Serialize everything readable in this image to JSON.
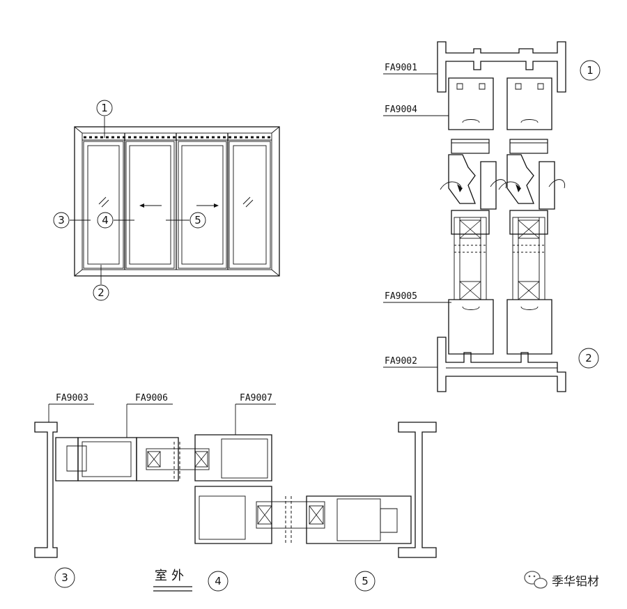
{
  "elevation": {
    "markers": [
      "1",
      "2",
      "3",
      "4",
      "5"
    ]
  },
  "section_vertical": {
    "labels": [
      "FA9001",
      "FA9004",
      "FA9005",
      "FA9002"
    ],
    "markers": [
      "1",
      "2"
    ]
  },
  "section_horizontal": {
    "labels": [
      "FA9003",
      "FA9006",
      "FA9007"
    ],
    "markers": [
      "3",
      "4",
      "5"
    ],
    "exterior_label": "室外"
  },
  "watermark": {
    "text": "季华铝材",
    "icon": "wechat-icon"
  },
  "colors": {
    "line": "#111111",
    "background": "#ffffff"
  }
}
